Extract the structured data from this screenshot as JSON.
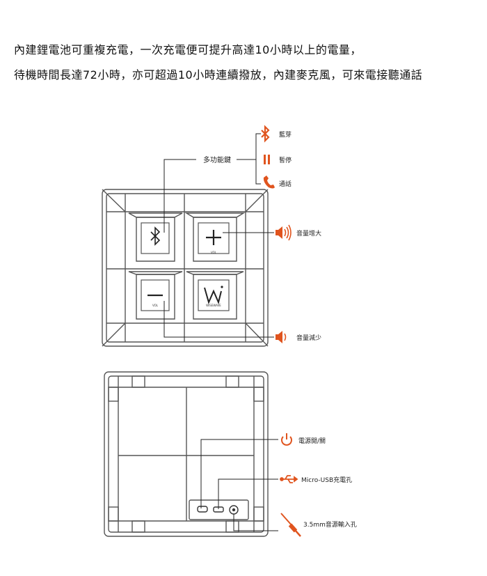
{
  "intro": {
    "line1": "內建鋰電池可重複充電，一次充電便可提升高達10小時以上的電量，",
    "line2": "待機時間長達72小時，亦可超過10小時連續撥放，內建麥克風，可來電接聽通話"
  },
  "front": {
    "multifunction_label": "多功能鍵",
    "bluetooth_label": "藍芽",
    "pause_label": "暫停",
    "call_label": "通話",
    "volume_up_label": "音量增大",
    "volume_down_label": "音量減少",
    "vol_text": "VOL",
    "brand_text": "WISEWAVE"
  },
  "back": {
    "power_label": "電源開/關",
    "usb_label": "Micro-USB充電孔",
    "audio_label": "3.5mm音源輸入孔"
  },
  "colors": {
    "accent": "#e0541e",
    "outline": "#555555"
  }
}
